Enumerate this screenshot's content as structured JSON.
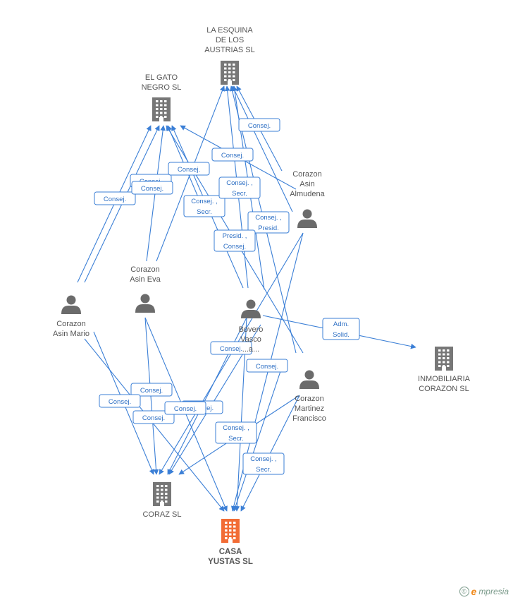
{
  "colors": {
    "edge": "#3b7fd6",
    "company": "#777777",
    "focus_company": "#f26c35",
    "person": "#6b6b6b"
  },
  "nodes": [
    {
      "id": "esquina",
      "type": "company",
      "label": [
        "LA ESQUINA",
        "DE LOS",
        "AUSTRIAS SL"
      ],
      "icon": "building-icon"
    },
    {
      "id": "gato",
      "type": "company",
      "label": [
        "EL GATO",
        "NEGRO SL"
      ],
      "icon": "building-icon"
    },
    {
      "id": "almudena",
      "type": "person",
      "label": [
        "Corazon",
        "Asin",
        "Almudena"
      ],
      "icon": "person-icon"
    },
    {
      "id": "eva",
      "type": "person",
      "label": [
        "Corazon",
        "Asin Eva"
      ],
      "icon": "person-icon"
    },
    {
      "id": "mario",
      "type": "person",
      "label": [
        "Corazon",
        "Asin Mario"
      ],
      "icon": "person-icon"
    },
    {
      "id": "bovero",
      "type": "person",
      "label": [
        "Bovero",
        "Vasco",
        "...a..."
      ],
      "icon": "person-icon"
    },
    {
      "id": "inmobiliaria",
      "type": "company",
      "label": [
        "INMOBILIARIA",
        "CORAZON SL"
      ],
      "icon": "building-icon"
    },
    {
      "id": "francisco",
      "type": "person",
      "label": [
        "Corazon",
        "Martinez",
        "Francisco"
      ],
      "icon": "person-icon"
    },
    {
      "id": "coraz",
      "type": "company",
      "label": [
        "CORAZ SL"
      ],
      "icon": "building-icon"
    },
    {
      "id": "casa",
      "type": "company",
      "focus": true,
      "label": [
        "CASA",
        "YUSTAS SL"
      ],
      "icon": "building-icon"
    }
  ],
  "edge_labels": [
    [
      "Consej."
    ],
    [
      "Consej."
    ],
    [
      "Consej."
    ],
    [
      "Consej."
    ],
    [
      "Consej."
    ],
    [
      "Consej."
    ],
    [
      "Consej. ,",
      "Secr."
    ],
    [
      "Consej. ,",
      "Secr."
    ],
    [
      "Consej. ,",
      "Presid."
    ],
    [
      "Presid. ,",
      "Consej."
    ],
    [
      "Adm.",
      "Solid."
    ],
    [
      "Consej."
    ],
    [
      "Consej."
    ],
    [
      "Consej."
    ],
    [
      "Consej."
    ],
    [
      "Consej."
    ],
    [
      "Consej."
    ],
    [
      "Consej."
    ],
    [
      "Consej. ,",
      "Secr."
    ],
    [
      "Consej. ,",
      "Secr."
    ],
    [
      "Presid. ,",
      "Consej."
    ]
  ],
  "footer": {
    "copyright_symbol": "©",
    "brand_initial": "e",
    "brand_rest": "mpresia"
  }
}
